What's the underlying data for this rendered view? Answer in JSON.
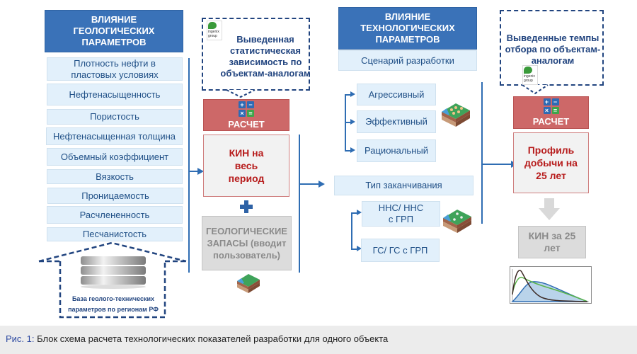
{
  "geo": {
    "header": "ВЛИЯНИЕ ГЕОЛОГИЧЕСКИХ ПАРАМЕТРОВ",
    "params": [
      "Плотность нефти в пластовых условиях",
      "Нефтенасыщенность",
      "Пористость",
      "Нефтенасыщенная толщина",
      "Объемный коэффициент",
      "Вязкость",
      "Проницаемость",
      "Расчлененность",
      "Песчанистость"
    ],
    "database_label": "База геолого-технических параметров по регионам РФ"
  },
  "calc1": {
    "note": "Выведенная статистическая зависимость по объектам-аналогам",
    "logo_text": "ingenix group",
    "calc_label": "РАСЧЕТ",
    "result": "КИН на весь период",
    "plus": "+",
    "reserves": "ГЕОЛОГИЧЕСКИЕ ЗАПАСЫ (вводит пользователь)"
  },
  "tech": {
    "header": "ВЛИЯНИЕ ТЕХНОЛОГИЧЕСКИХ ПАРАМЕТРОВ",
    "scenario_label": "Сценарий разработки",
    "scenarios": [
      "Агрессивный",
      "Эффективный",
      "Рациональный"
    ],
    "completion_label": "Тип заканчивания",
    "completions": [
      "ННС/ ННС с ГРП",
      "ГС/ ГС с ГРП"
    ]
  },
  "calc2": {
    "note": "Выведенные темпы отбора по объектам-аналогам",
    "logo_text": "ingenix group",
    "calc_label": "РАСЧЕТ",
    "result": "Профиль добычи на 25 лет",
    "kin": "КИН за 25 лет"
  },
  "calc_icon": {
    "plus": "+",
    "minus": "−",
    "times": "×",
    "equals": "="
  },
  "caption": {
    "label": "Рис. 1:",
    "text": " Блок схема расчета технологических показателей разработки для одного объекта"
  },
  "colors": {
    "header_blue": "#3a72b8",
    "param_bg": "#e2f0fb",
    "calc_red": "#cd6868",
    "result_text": "#b71c1c",
    "connector": "#2f6db3"
  }
}
